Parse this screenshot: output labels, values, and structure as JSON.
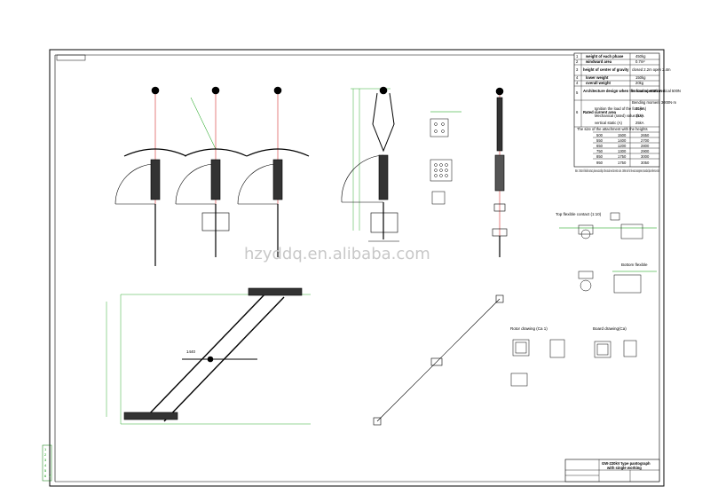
{
  "watermark": "hzyddq.en.alibaba.com",
  "spec_table": {
    "rows": [
      {
        "no": "1",
        "item": "weight of each phase",
        "value": "450kg"
      },
      {
        "no": "2",
        "item": "windward area",
        "value": "0.7m²"
      },
      {
        "no": "3",
        "item": "height of center of gravity",
        "value": "closed 2.2m open 2.4m"
      },
      {
        "no": "4",
        "item": "lower weight",
        "value": "150kg"
      },
      {
        "no": "4",
        "item": "overall weight",
        "value": "20kg"
      },
      {
        "no": "5",
        "item": "Architecture design when the load operation",
        "value": "horizontal 400N vertical 500N"
      },
      {
        "no": "6",
        "item": "Rated current area",
        "value": "Bending moment 3000N·m"
      }
    ],
    "sub_rows": [
      {
        "label": "Ignition the load of the foot (kA)",
        "value": "31kA"
      },
      {
        "label": "Mechanical (rated) value (kA)",
        "value": "31kA"
      },
      {
        "label": "vertical static (A)",
        "value": "25kA"
      }
    ],
    "dim_header": "The size of the attachment with the heights",
    "dims": [
      {
        "a": "500",
        "b": "1500",
        "c": "2650"
      },
      {
        "a": "550",
        "b": "1400",
        "c": "2700"
      },
      {
        "a": "650",
        "b": "1200",
        "c": "2800"
      },
      {
        "a": "750",
        "b": "1300",
        "c": "2900"
      },
      {
        "a": "850",
        "b": "1750",
        "c": "3000"
      },
      {
        "a": "950",
        "b": "1750",
        "c": "3050"
      }
    ],
    "note": "Note: 1 Factor in flexible contact, please according to the actual need to select a size. 2 Write size for the exact arrangement, standard plan reference size."
  },
  "labels": {
    "view_top": "Top flexible contact (1:10)",
    "view_bottom": "Bottom flexible",
    "rotor_drawing": "Rotor drawing (Ca 1)",
    "board_drawing": "Board drawing(Ca)",
    "dim_label": "1440"
  },
  "title_block": {
    "title": "GW-220kV type pantograph",
    "subtitle": "with single working"
  },
  "margin_marks": [
    "1",
    "2",
    "3",
    "4",
    "5",
    "6",
    "7"
  ]
}
